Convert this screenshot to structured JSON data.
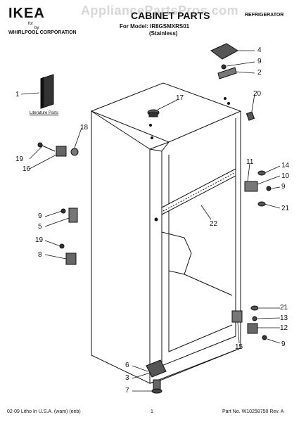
{
  "header": {
    "brand": "IKEA",
    "brand_for": "for",
    "brand_by": "by",
    "brand_corp": "WHIRLPOOL CORPORATION",
    "watermark": "AppliancePartsPros.com",
    "title": "CABINET PARTS",
    "model_line": "For Model: IR8GSMXRS01",
    "finish": "(Stainless)",
    "category": "REFRIGERATOR"
  },
  "diagram": {
    "literature_label": "Literature Parts",
    "callouts": {
      "c1": "1",
      "c2": "2",
      "c3": "3",
      "c4": "4",
      "c5": "5",
      "c6": "6",
      "c7": "7",
      "c8": "8",
      "c9a": "9",
      "c9b": "9",
      "c9c": "9",
      "c9d": "9",
      "c10": "10",
      "c11": "11",
      "c12": "12",
      "c13": "13",
      "c14": "14",
      "c15": "15",
      "c16": "16",
      "c17": "17",
      "c18": "18",
      "c19a": "19",
      "c19b": "19",
      "c20": "20",
      "c21a": "21",
      "c21b": "21",
      "c22": "22"
    }
  },
  "footer": {
    "left": "02-09 Litho In U.S.A. (wam) (eeb)",
    "center": "1",
    "right": "Part No. W10258750 Rev. A"
  }
}
